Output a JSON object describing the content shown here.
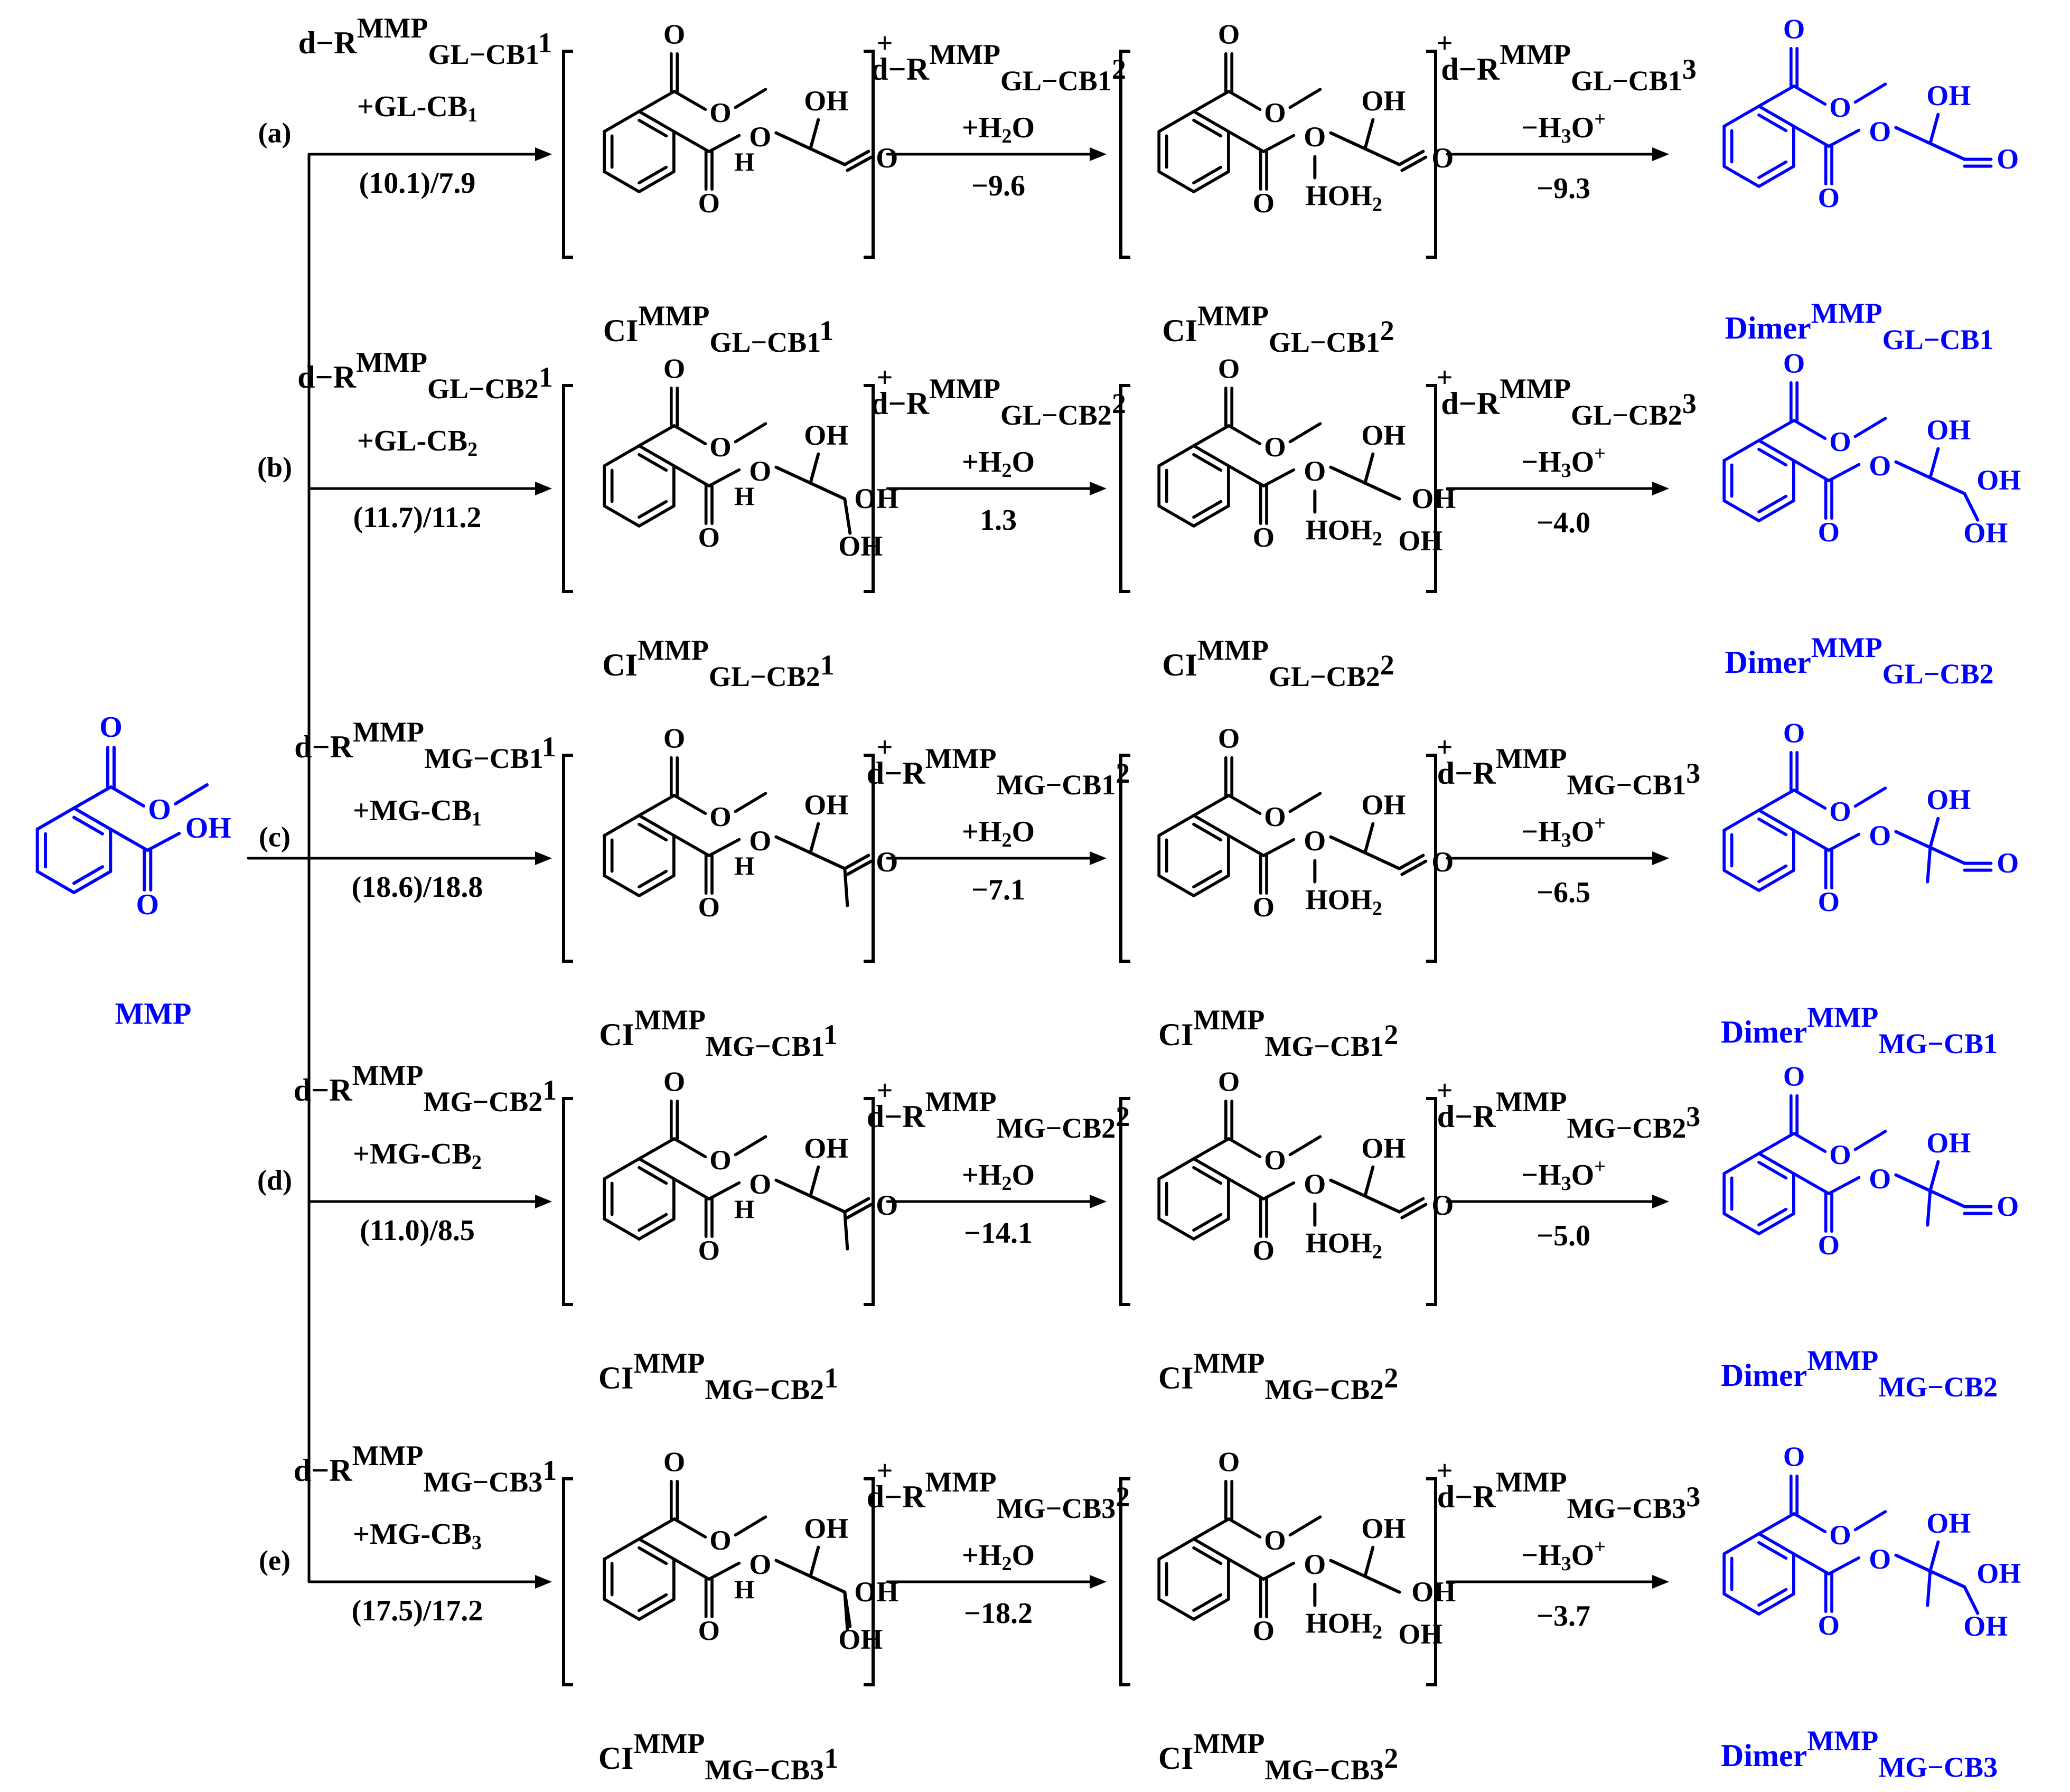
{
  "start": {
    "name": "MMP",
    "atoms": {
      "O1": "O",
      "O2": "O",
      "O3": "O",
      "OH": "OH"
    }
  },
  "rows": [
    {
      "label": "(a)",
      "step1": {
        "reagent_main": "d−R",
        "reagent_sup": "MMP",
        "reagent_sub": "GL−CB1",
        "reagent_idx": "1",
        "co_reactant": "+GL-CB",
        "co_sub": "1",
        "energy": "(10.1)/7.9"
      },
      "ci1": {
        "prefix": "CI",
        "sup": "MMP",
        "sub": "GL−CB1",
        "idx": "1",
        "charge": "+"
      },
      "step2": {
        "reagent_main": "d−R",
        "reagent_sup": "MMP",
        "reagent_sub": "GL−CB1",
        "reagent_idx": "2",
        "co_reactant": "+H",
        "co_sub": "2",
        "co_tail": "O",
        "energy": "−9.6"
      },
      "ci2": {
        "prefix": "CI",
        "sup": "MMP",
        "sub": "GL−CB1",
        "idx": "2",
        "charge": "+"
      },
      "step3": {
        "reagent_main": "d−R",
        "reagent_sup": "MMP",
        "reagent_sub": "GL−CB1",
        "reagent_idx": "3",
        "co_reactant": "−H",
        "co_sub": "3",
        "co_tail": "O",
        "co_sup": "+",
        "energy": "−9.3"
      },
      "product": {
        "prefix": "Dimer",
        "sup": "MMP",
        "sub": "GL−CB1"
      },
      "tail": "glycolaldehyde"
    },
    {
      "label": "(b)",
      "step1": {
        "reagent_main": "d−R",
        "reagent_sup": "MMP",
        "reagent_sub": "GL−CB2",
        "reagent_idx": "1",
        "co_reactant": "+GL-CB",
        "co_sub": "2",
        "energy": "(11.7)/11.2"
      },
      "ci1": {
        "prefix": "CI",
        "sup": "MMP",
        "sub": "GL−CB2",
        "idx": "1",
        "charge": "+"
      },
      "step2": {
        "reagent_main": "d−R",
        "reagent_sup": "MMP",
        "reagent_sub": "GL−CB2",
        "reagent_idx": "2",
        "co_reactant": "+H",
        "co_sub": "2",
        "co_tail": "O",
        "energy": "1.3"
      },
      "ci2": {
        "prefix": "CI",
        "sup": "MMP",
        "sub": "GL−CB2",
        "idx": "2",
        "charge": "+"
      },
      "step3": {
        "reagent_main": "d−R",
        "reagent_sup": "MMP",
        "reagent_sub": "GL−CB2",
        "reagent_idx": "3",
        "co_reactant": "−H",
        "co_sub": "3",
        "co_tail": "O",
        "co_sup": "+",
        "energy": "−4.0"
      },
      "product": {
        "prefix": "Dimer",
        "sup": "MMP",
        "sub": "GL−CB2"
      },
      "tail": "triol"
    },
    {
      "label": "(c)",
      "step1": {
        "reagent_main": "d−R",
        "reagent_sup": "MMP",
        "reagent_sub": "MG−CB1",
        "reagent_idx": "1",
        "co_reactant": "+MG-CB",
        "co_sub": "1",
        "energy": "(18.6)/18.8"
      },
      "ci1": {
        "prefix": "CI",
        "sup": "MMP",
        "sub": "MG−CB1",
        "idx": "1",
        "charge": "+"
      },
      "step2": {
        "reagent_main": "d−R",
        "reagent_sup": "MMP",
        "reagent_sub": "MG−CB1",
        "reagent_idx": "2",
        "co_reactant": "+H",
        "co_sub": "2",
        "co_tail": "O",
        "energy": "−7.1"
      },
      "ci2": {
        "prefix": "CI",
        "sup": "MMP",
        "sub": "MG−CB1",
        "idx": "2",
        "charge": "+"
      },
      "step3": {
        "reagent_main": "d−R",
        "reagent_sup": "MMP",
        "reagent_sub": "MG−CB1",
        "reagent_idx": "3",
        "co_reactant": "−H",
        "co_sub": "3",
        "co_tail": "O",
        "co_sup": "+",
        "energy": "−6.5"
      },
      "product": {
        "prefix": "Dimer",
        "sup": "MMP",
        "sub": "MG−CB1"
      },
      "tail": "methylglyoxal-a"
    },
    {
      "label": "(d)",
      "step1": {
        "reagent_main": "d−R",
        "reagent_sup": "MMP",
        "reagent_sub": "MG−CB2",
        "reagent_idx": "1",
        "co_reactant": "+MG-CB",
        "co_sub": "2",
        "energy": "(11.0)/8.5"
      },
      "ci1": {
        "prefix": "CI",
        "sup": "MMP",
        "sub": "MG−CB2",
        "idx": "1",
        "charge": "+"
      },
      "step2": {
        "reagent_main": "d−R",
        "reagent_sup": "MMP",
        "reagent_sub": "MG−CB2",
        "reagent_idx": "2",
        "co_reactant": "+H",
        "co_sub": "2",
        "co_tail": "O",
        "energy": "−14.1"
      },
      "ci2": {
        "prefix": "CI",
        "sup": "MMP",
        "sub": "MG−CB2",
        "idx": "2",
        "charge": "+"
      },
      "step3": {
        "reagent_main": "d−R",
        "reagent_sup": "MMP",
        "reagent_sub": "MG−CB2",
        "reagent_idx": "3",
        "co_reactant": "−H",
        "co_sub": "3",
        "co_tail": "O",
        "co_sup": "+",
        "energy": "−5.0"
      },
      "product": {
        "prefix": "Dimer",
        "sup": "MMP",
        "sub": "MG−CB2"
      },
      "tail": "methylglyoxal-b"
    },
    {
      "label": "(e)",
      "step1": {
        "reagent_main": "d−R",
        "reagent_sup": "MMP",
        "reagent_sub": "MG−CB3",
        "reagent_idx": "1",
        "co_reactant": "+MG-CB",
        "co_sub": "3",
        "energy": "(17.5)/17.2"
      },
      "ci1": {
        "prefix": "CI",
        "sup": "MMP",
        "sub": "MG−CB3",
        "idx": "1",
        "charge": "+"
      },
      "step2": {
        "reagent_main": "d−R",
        "reagent_sup": "MMP",
        "reagent_sub": "MG−CB3",
        "reagent_idx": "2",
        "co_reactant": "+H",
        "co_sub": "2",
        "co_tail": "O",
        "energy": "−18.2"
      },
      "ci2": {
        "prefix": "CI",
        "sup": "MMP",
        "sub": "MG−CB3",
        "idx": "2",
        "charge": "+"
      },
      "step3": {
        "reagent_main": "d−R",
        "reagent_sup": "MMP",
        "reagent_sub": "MG−CB3",
        "reagent_idx": "3",
        "co_reactant": "−H",
        "co_sub": "3",
        "co_tail": "O",
        "co_sup": "+",
        "energy": "−3.7"
      },
      "product": {
        "prefix": "Dimer",
        "sup": "MMP",
        "sub": "MG−CB3"
      },
      "tail": "methyltriol"
    }
  ],
  "atoms": {
    "O": "O",
    "OH": "OH",
    "H": "H",
    "HOH2": "HOH",
    "HOH2_sub": "2"
  },
  "colors": {
    "ink": "#000000",
    "product": "#0000ff"
  }
}
